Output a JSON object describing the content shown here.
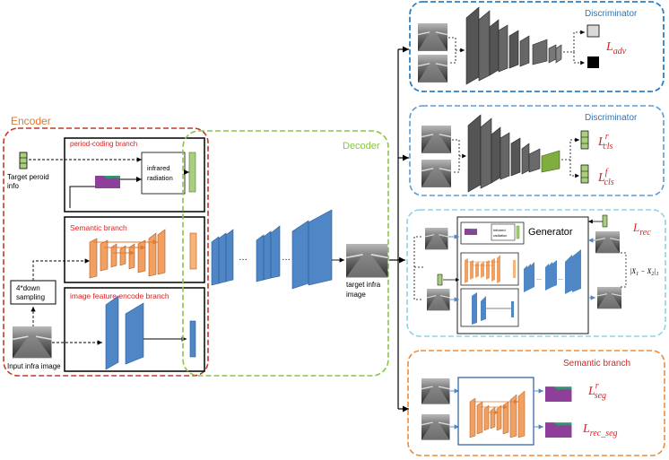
{
  "colors": {
    "encoder_border": "#c0392b",
    "decoder_border": "#8bc34a",
    "discriminator_border": "#2e7fc1",
    "discriminator2_border": "#5b9bd5",
    "generator_border": "#8fd0ea",
    "semantic_border": "#ee8a3a",
    "red_text": "#e02020",
    "blue_text": "#2e75b6",
    "orange_block": "#f0a060",
    "blue_block": "#4f86c6",
    "green_block": "#a9cf7c",
    "dark_block": "#555555"
  },
  "encoder": {
    "title": "Encoder",
    "period_branch": "period-coding branch",
    "infrared_radiation_line1": "infrared",
    "infrared_radiation_line2": "radiation",
    "target_period_line1": "Target peroid",
    "target_period_line2": "info",
    "semantic_branch": "Semantic branch",
    "downsample_line1": "4*down",
    "downsample_line2": "sampling",
    "image_feature_branch": "image feature encode branch",
    "input_label": "Input infra image"
  },
  "decoder": {
    "title": "Decoder",
    "output_line1": "target infra",
    "output_line2": "image"
  },
  "discriminator_adv": {
    "title": "Discriminator",
    "loss": "L",
    "loss_sub": "adv"
  },
  "discriminator_cls": {
    "title": "Discriminator",
    "loss_r": "L",
    "loss_r_sup": "r",
    "loss_r_sub": "cls",
    "loss_f": "L",
    "loss_f_sup": "f",
    "loss_f_sub": "cls"
  },
  "generator": {
    "title": "Generator",
    "loss": "L",
    "loss_sub": "rec",
    "mini_infrared_line1": "infrared",
    "mini_infrared_line2": "radiation",
    "norm": "|X",
    "norm_sub1": "1",
    "norm_mid": " − X",
    "norm_sub2": "2",
    "norm_end": "|",
    "norm_tail": "1"
  },
  "semantic_section": {
    "title": "Semantic branch",
    "loss_r": "L",
    "loss_r_sup": "r",
    "loss_r_sub": "seg",
    "loss_rec": "L",
    "loss_rec_sub": "rec_seg"
  }
}
